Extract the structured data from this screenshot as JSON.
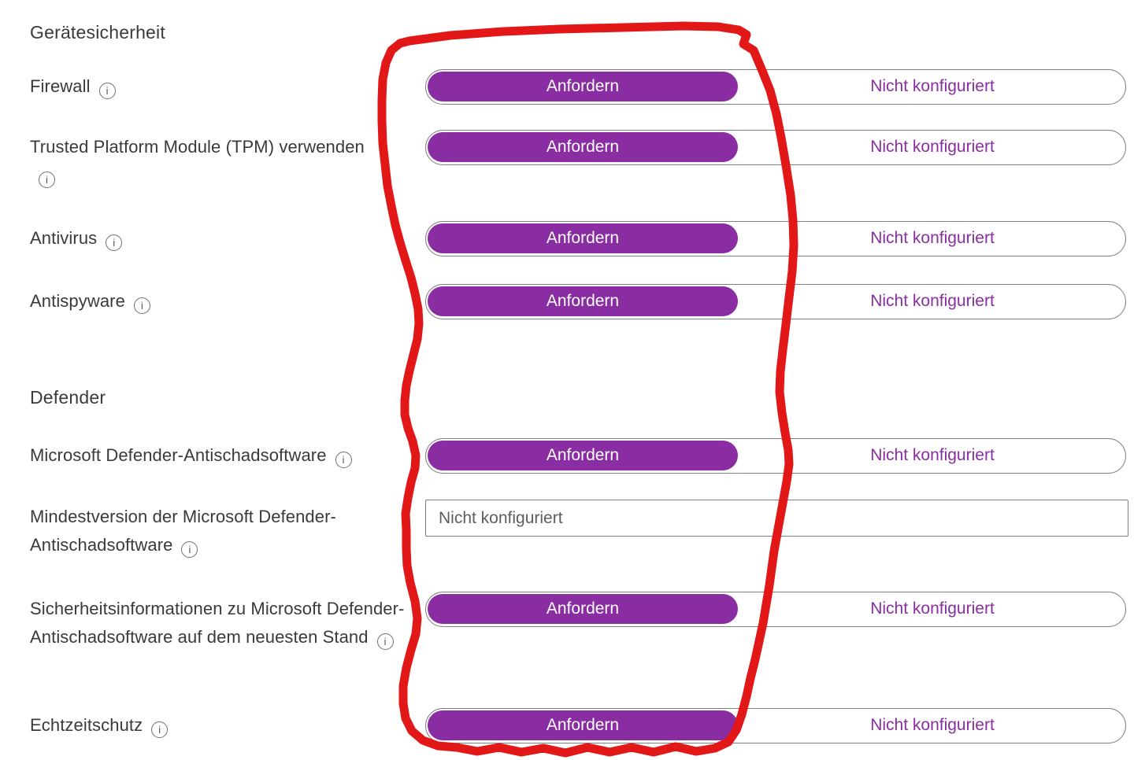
{
  "page": {
    "language": "de",
    "background_color": "#ffffff",
    "accent_color": "#8a2da2",
    "text_color": "#3b3a39"
  },
  "sections": {
    "device_security": {
      "title": "Gerätesicherheit"
    },
    "defender": {
      "title": "Defender"
    }
  },
  "toggle_defaults": {
    "on_label": "Anfordern",
    "off_label": "Nicht konfiguriert"
  },
  "rows": [
    {
      "label": "Firewall",
      "type": "toggle",
      "on_label": "Anfordern",
      "off_label": "Nicht konfiguriert",
      "selected": "Anfordern",
      "info_icon": "info-icon"
    },
    {
      "label": "Trusted Platform Module (TPM) verwenden",
      "type": "toggle",
      "on_label": "Anfordern",
      "off_label": "Nicht konfiguriert",
      "selected": "Anfordern",
      "info_icon": "info-icon"
    },
    {
      "label": "Antivirus",
      "type": "toggle",
      "on_label": "Anfordern",
      "off_label": "Nicht konfiguriert",
      "selected": "Anfordern",
      "info_icon": "info-icon"
    },
    {
      "label": "Antispyware",
      "type": "toggle",
      "on_label": "Anfordern",
      "off_label": "Nicht konfiguriert",
      "selected": "Anfordern",
      "info_icon": "info-icon"
    },
    {
      "label": "Microsoft Defender-Antischadsoftware",
      "type": "toggle",
      "on_label": "Anfordern",
      "off_label": "Nicht konfiguriert",
      "selected": "Anfordern",
      "info_icon": "info-icon"
    },
    {
      "label": "Mindestversion der Microsoft Defender-Antischadsoftware",
      "type": "text-input",
      "value": "",
      "placeholder": "Nicht konfiguriert",
      "info_icon": "info-icon"
    },
    {
      "label": "Sicherheitsinformationen zu Microsoft Defender-Antischadsoftware auf dem neuesten Stand",
      "type": "toggle",
      "on_label": "Anfordern",
      "off_label": "Nicht konfiguriert",
      "selected": "Anfordern",
      "info_icon": "info-icon"
    },
    {
      "label": "Echtzeitschutz",
      "type": "toggle",
      "on_label": "Anfordern",
      "off_label": "Nicht konfiguriert",
      "selected": "Anfordern",
      "info_icon": "info-icon"
    }
  ],
  "annotation": {
    "shape": "hand-drawn-loop",
    "color": "#e21717",
    "highlights": "Anfordern column"
  }
}
